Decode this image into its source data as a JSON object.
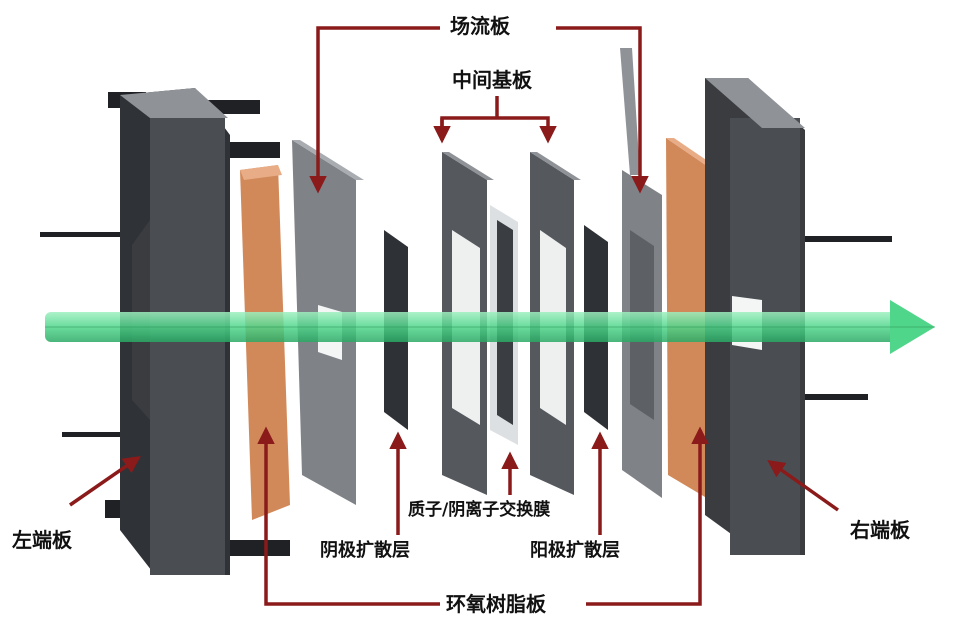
{
  "colors": {
    "leader": "#8b1a1a",
    "plate_dark": "#4a4d52",
    "plate_mid": "#6b6e74",
    "plate_light": "#8f9297",
    "resin": "#d2895a",
    "diffusion": "#2e3135",
    "membrane": "#dde0e2",
    "beam": "#4fd68a"
  },
  "labels": {
    "flow_field_plate": "场流板",
    "middle_substrate": "中间基板",
    "left_end_plate": "左端板",
    "right_end_plate": "右端板",
    "cathode_diffusion_layer": "阴极扩散层",
    "anode_diffusion_layer": "阳极扩散层",
    "proton_anion_membrane": "质子/阴离子交换膜",
    "epoxy_resin_plate": "环氧树脂板"
  }
}
